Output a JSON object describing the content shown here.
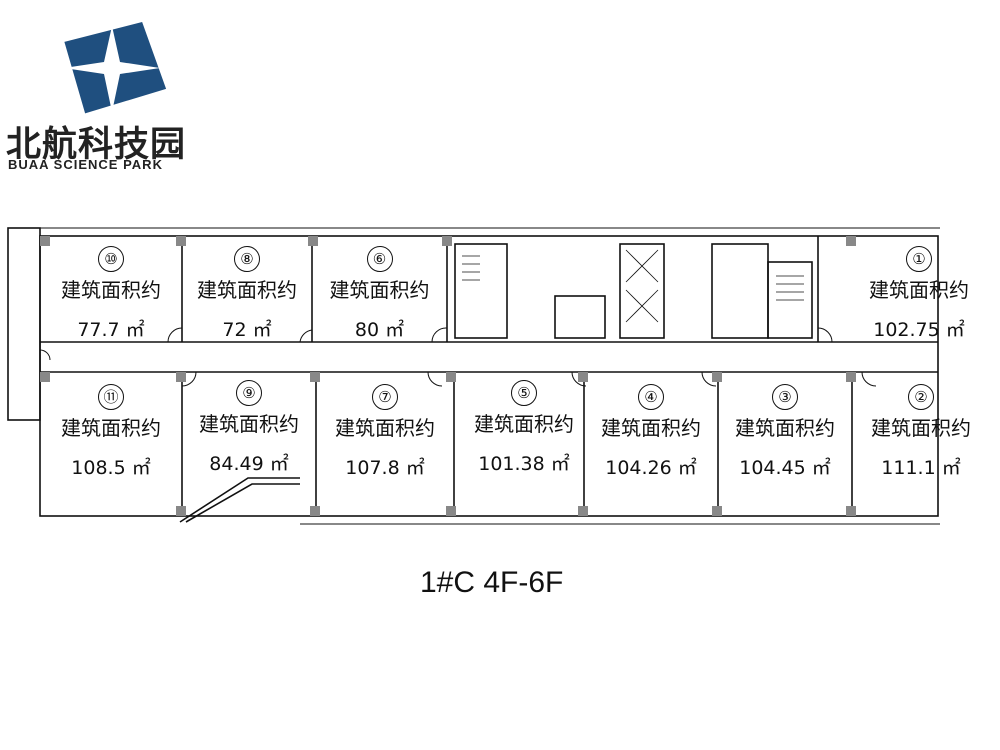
{
  "logo": {
    "name_cn": "北航科技园",
    "name_en": "BUAA SCIENCE PARK",
    "colors": {
      "primary": "#1f4f7f",
      "accent": "#ffffff"
    }
  },
  "rooms": [
    {
      "id": "10",
      "number": "⑩",
      "label": "建筑面积约",
      "area": "77.7 ㎡"
    },
    {
      "id": "8",
      "number": "⑧",
      "label": "建筑面积约",
      "area": "72 ㎡"
    },
    {
      "id": "6",
      "number": "⑥",
      "label": "建筑面积约",
      "area": "80 ㎡"
    },
    {
      "id": "1",
      "number": "①",
      "label": "建筑面积约",
      "area": "102.75 ㎡"
    },
    {
      "id": "11",
      "number": "⑪",
      "label": "建筑面积约",
      "area": "108.5 ㎡"
    },
    {
      "id": "9",
      "number": "⑨",
      "label": "建筑面积约",
      "area": "84.49 ㎡"
    },
    {
      "id": "7",
      "number": "⑦",
      "label": "建筑面积约",
      "area": "107.8 ㎡"
    },
    {
      "id": "5",
      "number": "⑤",
      "label": "建筑面积约",
      "area": "101.38 ㎡"
    },
    {
      "id": "4",
      "number": "④",
      "label": "建筑面积约",
      "area": "104.26 ㎡"
    },
    {
      "id": "3",
      "number": "③",
      "label": "建筑面积约",
      "area": "104.45 ㎡"
    },
    {
      "id": "2",
      "number": "②",
      "label": "建筑面积约",
      "area": "111.1 ㎡"
    }
  ],
  "floor_label": "1#C   4F-6F",
  "colors": {
    "wall": "#111111",
    "column": "#888888"
  }
}
